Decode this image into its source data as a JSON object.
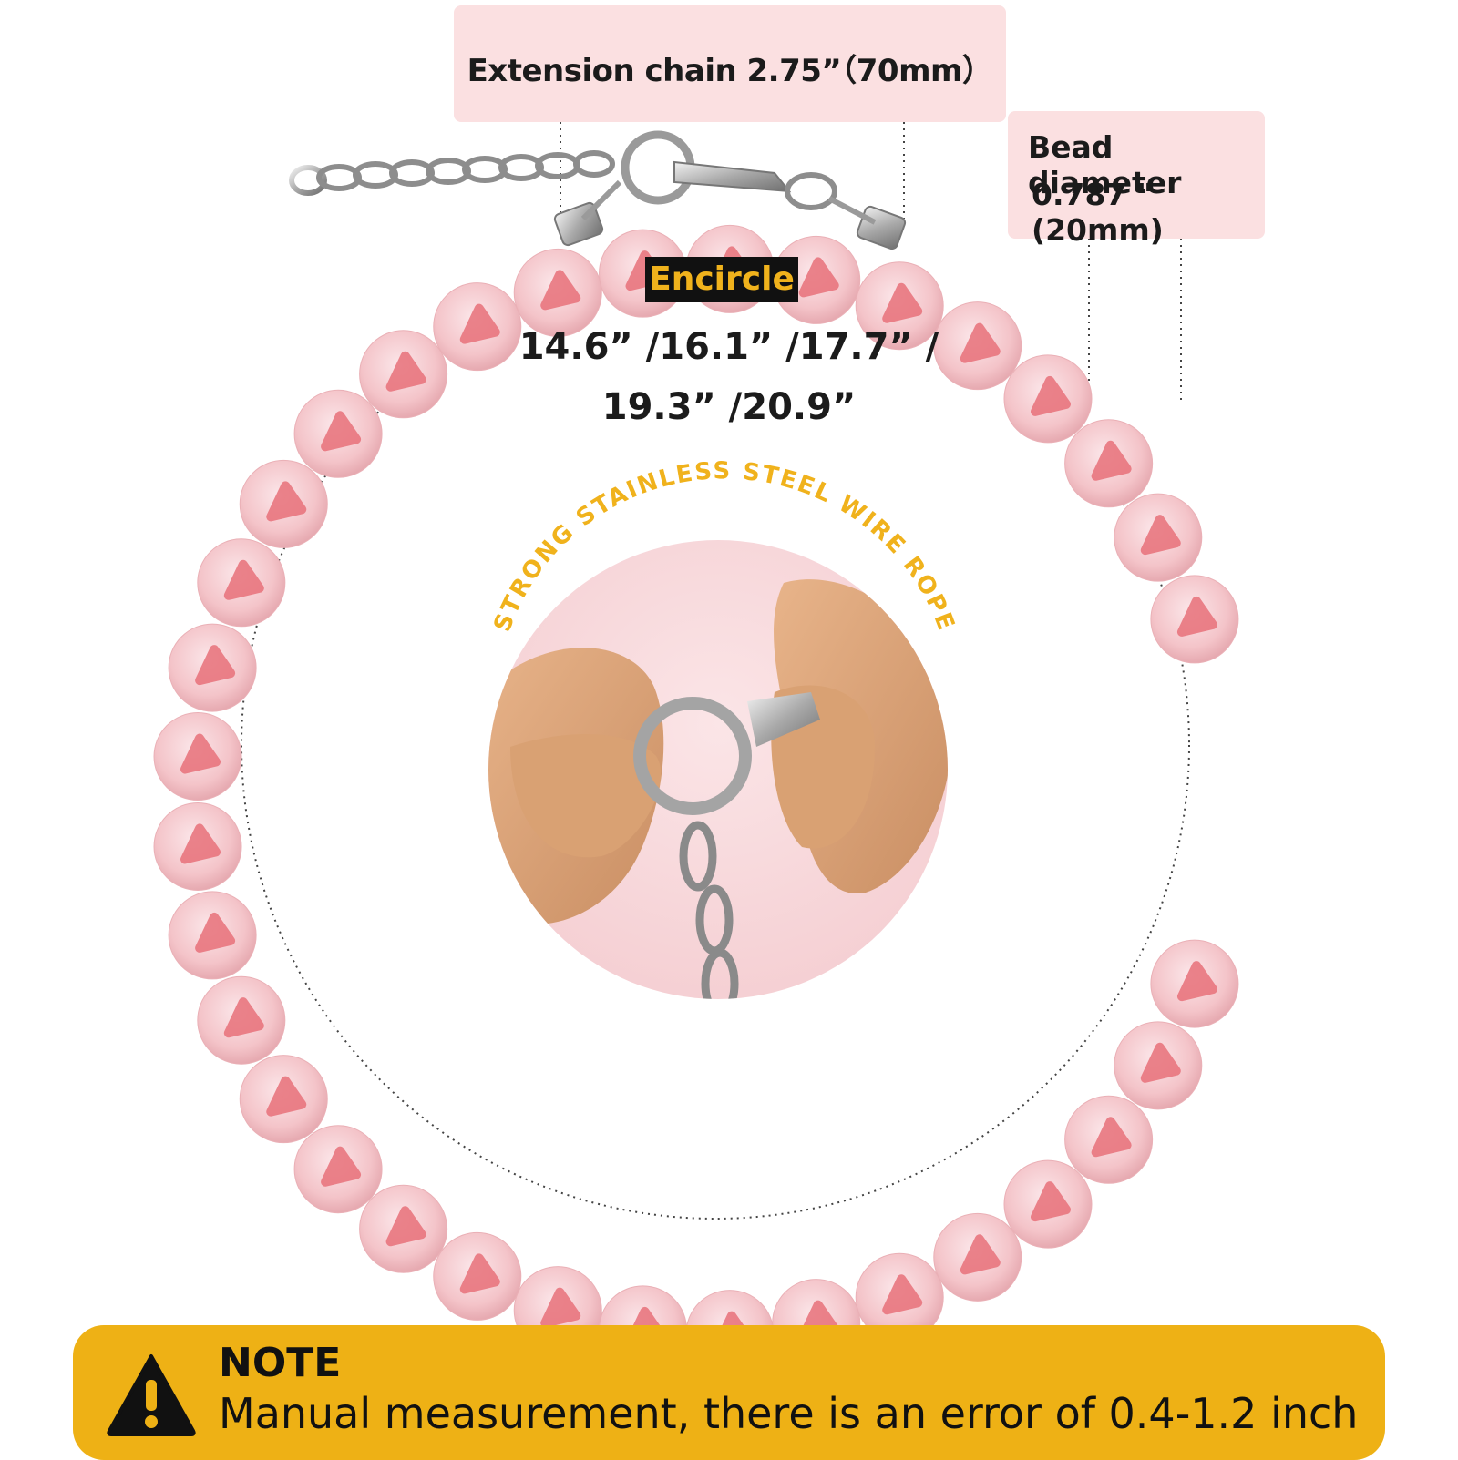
{
  "extension_label": "Extension chain 2.75”（70mm）",
  "bead_label": {
    "line1": "Bead diameter",
    "line2": "0.787 \"(20mm)"
  },
  "encircle_badge": "Encircle",
  "sizes": {
    "line1": "14.6” /16.1” /17.7” /",
    "line2": "19.3” /20.9”"
  },
  "wire_rope_label": "STRONG STAINLESS STEEL WIRE ROPE",
  "note": {
    "title": "NOTE",
    "text": "Manual measurement, there is an error of 0.4-1.2 inch"
  },
  "colors": {
    "pearl_pink": "#f4c4c9",
    "pearl_highlight": "#e8717a",
    "accent_yellow": "#eeb115",
    "label_bg_pink": "#fbe0e1",
    "photo_bg_pink": "#f9d9dc"
  },
  "icons": {
    "warning": "warning-triangle-icon",
    "arrow_right": "arrow-right-icon",
    "arrow_left": "arrow-left-icon"
  }
}
